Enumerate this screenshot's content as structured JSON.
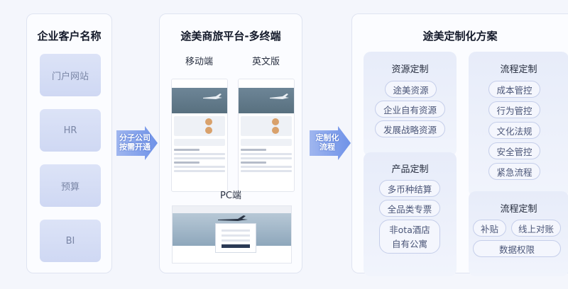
{
  "left_panel": {
    "title": "企业客户名称",
    "items": [
      "门户网站",
      "HR",
      "预算",
      "BI"
    ]
  },
  "arrow_1": {
    "line1": "分子公司",
    "line2": "按需开通",
    "color": "#6f92e8"
  },
  "middle_panel": {
    "title": "途美商旅平台-多终端",
    "mobile_label": "移动端",
    "english_label": "英文版",
    "pc_label": "PC端"
  },
  "arrow_2": {
    "line1": "定制化",
    "line2": "流程",
    "color": "#6f92e8"
  },
  "right_panel": {
    "title": "途美定制化方案",
    "resource": {
      "title": "资源定制",
      "items": [
        "途美资源",
        "企业自有资源",
        "发展战略资源"
      ]
    },
    "process_1": {
      "title": "流程定制",
      "items": [
        "成本管控",
        "行为管控",
        "文化法规",
        "安全管控",
        "紧急流程"
      ]
    },
    "product": {
      "title": "产品定制",
      "items": [
        "多币种结算",
        "全品类专票"
      ],
      "multi_line_item": {
        "line1": "非ota酒店",
        "line2": "自有公寓"
      }
    },
    "process_2": {
      "title": "流程定制",
      "items": [
        "补贴",
        "线上对账",
        "数据权限"
      ]
    }
  }
}
